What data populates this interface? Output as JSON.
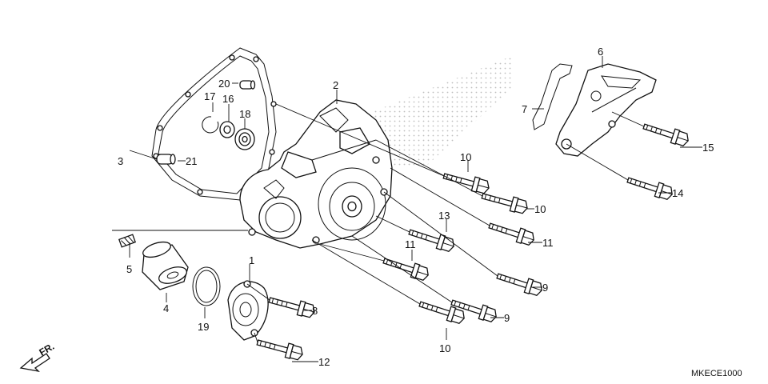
{
  "diagram": {
    "code": "MKECE1000",
    "direction_label": "FR.",
    "callouts": [
      "1",
      "2",
      "3",
      "4",
      "5",
      "6",
      "7",
      "8",
      "9",
      "9",
      "10",
      "10",
      "10",
      "11",
      "11",
      "12",
      "13",
      "14",
      "15",
      "16",
      "17",
      "18",
      "19",
      "20",
      "21"
    ]
  }
}
